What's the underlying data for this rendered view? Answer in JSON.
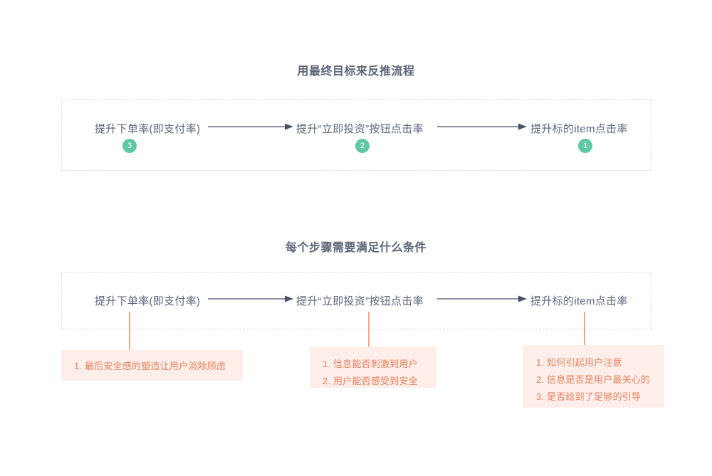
{
  "page": {
    "background": "#ffffff",
    "text_color": "#5c6478",
    "accent_green": "#5fc9a3",
    "accent_orange": "#e8825e",
    "box_background": "#fdeee9",
    "dashed_border": "#d9dde4"
  },
  "sections": [
    {
      "id": "goal-backward-flow",
      "title": "用最终目标来反推流程",
      "nodes": [
        {
          "label": "提升下单率(即支付率)",
          "badge": "3"
        },
        {
          "label": "提升“立即投资”按钮点击率",
          "badge": "2"
        },
        {
          "label": "提升标的item点击率",
          "badge": "1"
        }
      ]
    },
    {
      "id": "step-conditions",
      "title": "每个步骤需要满足什么条件",
      "nodes": [
        {
          "label": "提升下单率(即支付率)"
        },
        {
          "label": "提升“立即投资”按钮点击率"
        },
        {
          "label": "提升标的item点击率"
        }
      ],
      "condition_groups": [
        {
          "items": [
            "1. 最后安全感的塑造让用户消除顾虑"
          ]
        },
        {
          "items": [
            "1. 信息能否刺激到用户",
            "2. 用户能否感受到安全"
          ]
        },
        {
          "items": [
            "1. 如何引起用户注意",
            "2. 信息是否是用户最关心的",
            "3. 是否给到了足够的引导"
          ]
        }
      ]
    }
  ]
}
